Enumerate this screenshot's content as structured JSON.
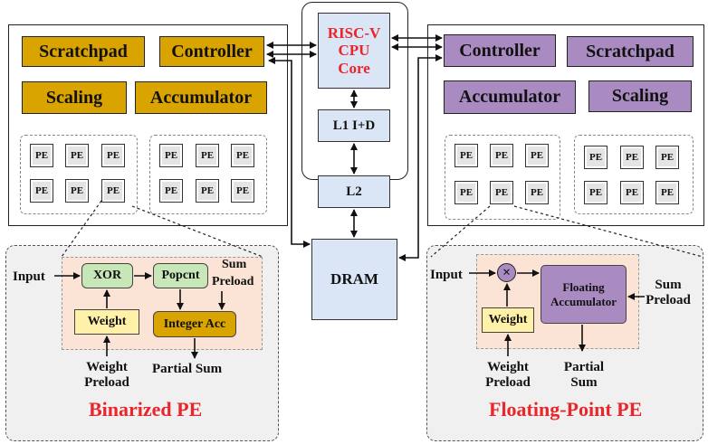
{
  "cpu": {
    "line1": "RISC-V",
    "line2": "CPU",
    "line3": "Core"
  },
  "l1": "L1 I+D",
  "l2": "L2",
  "dram": "DRAM",
  "left_accel": {
    "scratchpad": "Scratchpad",
    "controller": "Controller",
    "scaling": "Scaling",
    "accumulator": "Accumulator",
    "pe_label": "PE"
  },
  "right_accel": {
    "controller": "Controller",
    "scratchpad": "Scratchpad",
    "accumulator": "Accumulator",
    "scaling": "Scaling",
    "pe_label": "PE"
  },
  "binarized_pe": {
    "title": "Binarized PE",
    "input": "Input",
    "xor": "XOR",
    "popcnt": "Popcnt",
    "sum_preload_1": "Sum",
    "sum_preload_2": "Preload",
    "weight": "Weight",
    "integer_acc": "Integer Acc",
    "weight_preload_1": "Weight",
    "weight_preload_2": "Preload",
    "partial_sum": "Partial Sum"
  },
  "fp_pe": {
    "title": "Floating-Point PE",
    "input": "Input",
    "fp_acc_1": "Floating",
    "fp_acc_2": "Accumulator",
    "sum_preload_1": "Sum",
    "sum_preload_2": "Preload",
    "weight": "Weight",
    "weight_preload_1": "Weight",
    "weight_preload_2": "Preload",
    "partial_sum_1": "Partial",
    "partial_sum_2": "Sum"
  },
  "colors": {
    "gold": "#d9a300",
    "purple": "#a98bc2",
    "blue": "#dae6f5",
    "red_title": "#e8262b",
    "green": "#c8e7b8",
    "yellow": "#fff1a8",
    "peach": "#fbe3d5"
  }
}
